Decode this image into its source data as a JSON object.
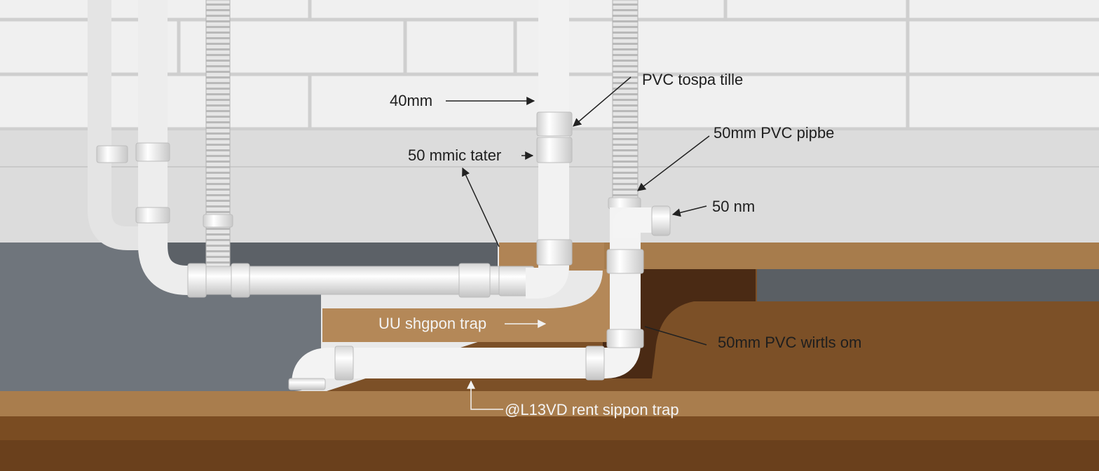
{
  "labels": {
    "pvc_top": "PVC tospa tille",
    "size_40": "40mm",
    "pvc_50_pipe": "50mm PVC pipbe",
    "fitting_50": "50 mmic tater",
    "elbow_50": "50 nm",
    "u_trap": "UU shgpon trap",
    "pvc_50_with": "50mm PVC wirtls om",
    "bottom_trap": "@L13VD rent sippon trap"
  },
  "colors": {
    "tile": "#f1f1f1",
    "grout": "#d2d2d2",
    "wall": "#dedede",
    "slab": "#6e747b",
    "wood": "#a77b4b",
    "soil": "#7b4f24",
    "pipe": "#f7f7f7"
  }
}
